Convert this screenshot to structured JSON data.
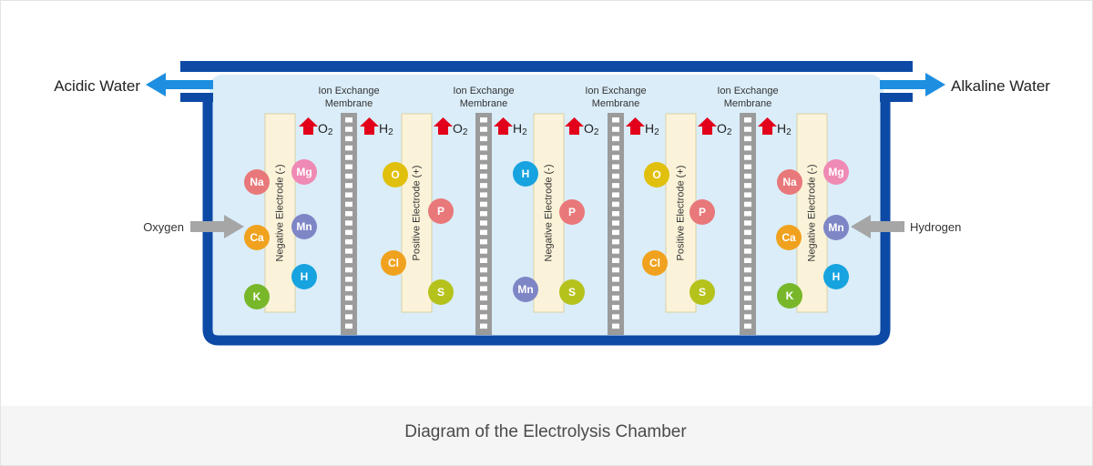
{
  "caption": "Diagram of the Electrolysis Chamber",
  "outlets": {
    "left": "Acidic Water",
    "right": "Alkaline Water"
  },
  "inputs": {
    "left": "Oxygen",
    "right": "Hydrogen"
  },
  "membrane_label": [
    "Ion Exchange",
    "Membrane"
  ],
  "gases": [
    {
      "symbol": "O",
      "sub": "2"
    },
    {
      "symbol": "H",
      "sub": "2"
    },
    {
      "symbol": "O",
      "sub": "2"
    },
    {
      "symbol": "H",
      "sub": "2"
    },
    {
      "symbol": "O",
      "sub": "2"
    },
    {
      "symbol": "H",
      "sub": "2"
    },
    {
      "symbol": "O",
      "sub": "2"
    },
    {
      "symbol": "H",
      "sub": "2"
    }
  ],
  "electrodes": [
    "Negative Electrode (-)",
    "Positive Electrode (+)",
    "Negative Electrode (-)",
    "Positive Electrode (+)",
    "Negative Electrode (-)"
  ],
  "ions": [
    {
      "label": "Na",
      "color": "#e8787a"
    },
    {
      "label": "Mg",
      "color": "#ef8ab4"
    },
    {
      "label": "Ca",
      "color": "#f0a21f"
    },
    {
      "label": "Mn",
      "color": "#7f86c6"
    },
    {
      "label": "H",
      "color": "#17a3df"
    },
    {
      "label": "K",
      "color": "#78b72a"
    },
    {
      "label": "O",
      "color": "#e1c00d"
    },
    {
      "label": "P",
      "color": "#e8787a"
    },
    {
      "label": "Cl",
      "color": "#f0a21f"
    },
    {
      "label": "S",
      "color": "#b5c21b"
    },
    {
      "label": "H",
      "color": "#17a3df"
    },
    {
      "label": "P",
      "color": "#e8787a"
    },
    {
      "label": "Mn",
      "color": "#7f86c6"
    },
    {
      "label": "S",
      "color": "#b5c21b"
    },
    {
      "label": "O",
      "color": "#e1c00d"
    },
    {
      "label": "P",
      "color": "#e8787a"
    },
    {
      "label": "Cl",
      "color": "#f0a21f"
    },
    {
      "label": "S",
      "color": "#b5c21b"
    },
    {
      "label": "Na",
      "color": "#e8787a"
    },
    {
      "label": "Mg",
      "color": "#ef8ab4"
    },
    {
      "label": "Mn",
      "color": "#7f86c6"
    },
    {
      "label": "Ca",
      "color": "#f0a21f"
    },
    {
      "label": "H",
      "color": "#17a3df"
    },
    {
      "label": "K",
      "color": "#78b72a"
    }
  ],
  "colors": {
    "tank": "#0d4aa6",
    "water": "#daedf9",
    "flow_arrow": "#1e8fe0",
    "input_arrow": "#a6a6a6",
    "membrane": "#9b9b9b",
    "electrode": "#fbf3d9",
    "gas_arrow": "#e3001b"
  }
}
